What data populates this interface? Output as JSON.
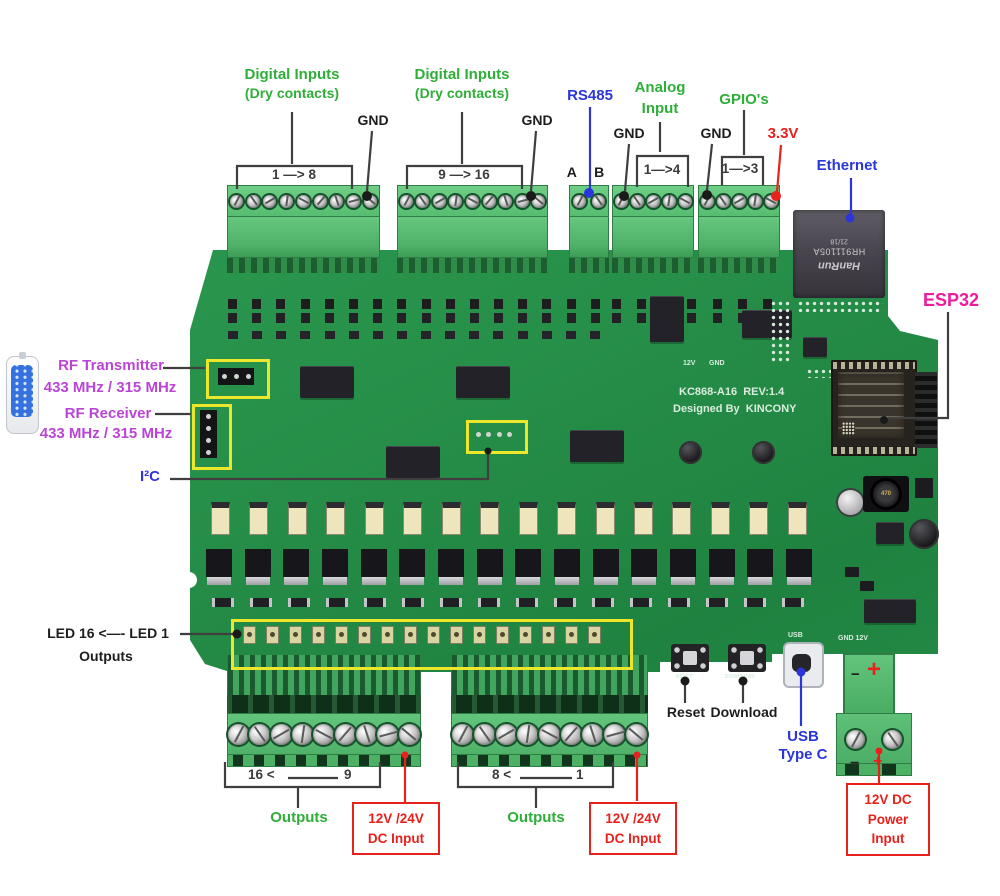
{
  "labels": {
    "digital_inputs": {
      "title": "Digital Inputs",
      "subtitle": "(Dry contacts)"
    },
    "range_1_8": "1 —> 8",
    "range_9_16": "9 —> 16",
    "gnd": "GND",
    "rs485": "RS485",
    "rs485_pins": "A B",
    "analog": {
      "line1": "Analog",
      "line2": "Input",
      "range": "1—>4"
    },
    "gpio": {
      "title": "GPIO's",
      "range": "1—>3"
    },
    "v33": "3.3V",
    "ethernet": "Ethernet",
    "esp32": "ESP32",
    "rf_transmitter": "RF Transmitter",
    "rf_receiver": "RF Receiver",
    "rf_freq": "433 MHz / 315 MHz",
    "i2c": "I²C",
    "led_row": {
      "line1": "LED 16 <—- LED 1",
      "line2": "Outputs"
    },
    "out_left_from": "16 <",
    "out_left_to": "9",
    "out_mid_from": "8 <",
    "out_mid_to": "1",
    "outputs": "Outputs",
    "dc_input": {
      "line1": "12V /24V",
      "line2": "DC Input"
    },
    "reset": "Reset",
    "download": "Download",
    "usb": {
      "line1": "USB",
      "line2": "Type C"
    },
    "power_box": {
      "line1": "12V DC",
      "line2": "Power",
      "line3": "Input"
    },
    "minus": "−",
    "plus": "+"
  },
  "board": {
    "model": "KC868-A16",
    "rev": "REV:1.4",
    "designed_by": "Designed By",
    "brand": "KINCONY",
    "silk_12v": "12V",
    "silk_gnd": "GND",
    "silk_usb": "USB",
    "silk_gnd12v": "GND  12V",
    "silk_reset": "RESET",
    "silk_download": "DOWNLOAD",
    "coil_value": "470",
    "eth_brand": "HanRun",
    "eth_part": "HR911105A",
    "eth_date": "21/18"
  },
  "colors": {
    "label_green": "#2fae38",
    "label_blue": "#2b36d8",
    "label_red": "#e8211d",
    "label_magenta": "#bb44d6",
    "label_pink": "#ee1b9e",
    "label_dark": "#1d1d1d",
    "board_green": "#27914a",
    "terminal_green": "#57bd71",
    "highlight_yellow": "#ece72b",
    "line_gray": "#3f3f3f"
  }
}
